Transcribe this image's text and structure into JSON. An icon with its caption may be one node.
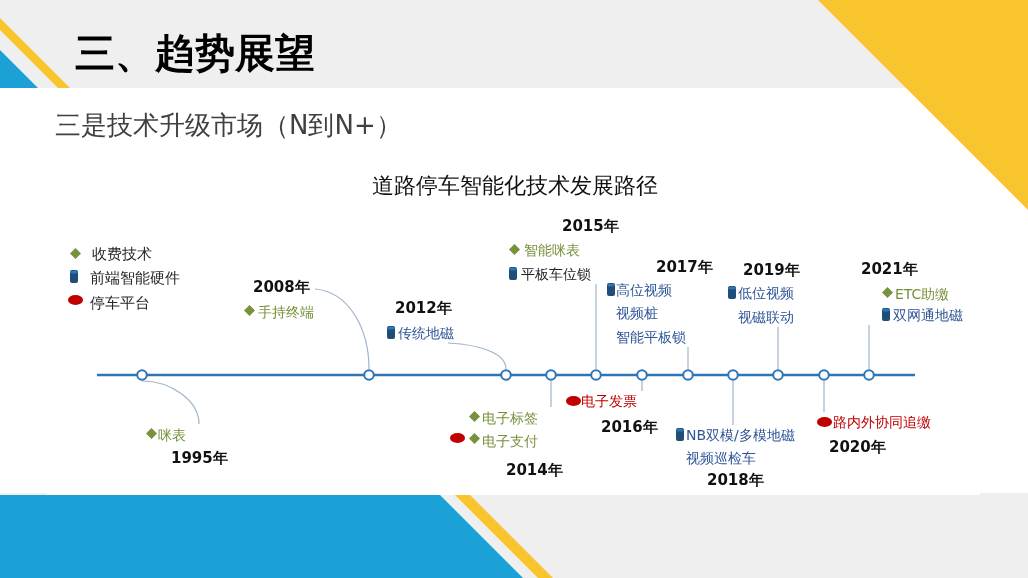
{
  "diagram": {
    "title": "三、趋势展望",
    "nodes": [
      {
        "text": [
          "咪表",
          "1995年"
        ]
      },
      {
        "text": [
          "2008年",
          "手持终端"
        ]
      },
      {
        "text": [
          "2012年",
          "传统地磁"
        ]
      },
      {
        "text": [
          "电子标签",
          "电子支付",
          "2014年"
        ]
      },
      {
        "text": [
          "2015年",
          "智能咪表",
          "平板车位锁"
        ]
      },
      {
        "text": [
          "电子发票",
          "2016年"
        ]
      },
      {
        "text": [
          "2017年",
          "高位视频",
          "视频桩",
          "智能平板锁"
        ]
      },
      {
        "text": [
          "NB双模/多模地磁",
          "视频巡检车",
          "2018年"
        ]
      },
      {
        "text": [
          "2019年",
          "低位视频",
          "视磁联动"
        ]
      },
      {
        "text": [
          "路内外协同追缴",
          "2020年"
        ]
      },
      {
        "text": [
          "2021年",
          "ETC助缴",
          "双网通地磁"
        ]
      },
      {
        "text": [],
        "shape": "circle"
      },
      {
        "text": [],
        "shape": "circle"
      },
      {
        "text": [],
        "shape": "circle"
      },
      {
        "text": [],
        "shape": "circle"
      },
      {
        "text": [],
        "shape": "circle"
      },
      {
        "text": [],
        "shape": "circle"
      },
      {
        "text": [],
        "shape": "circle"
      },
      {
        "text": [],
        "shape": "circle"
      },
      {
        "text": [],
        "shape": "circle"
      },
      {
        "text": [],
        "shape": "circle"
      },
      {
        "text": [],
        "shape": "circle"
      }
    ],
    "edges": [
      {
        "from": 0,
        "to": 11,
        "arrow": "none"
      },
      {
        "from": 1,
        "to": 12,
        "arrow": "none"
      },
      {
        "from": 2,
        "to": 13,
        "arrow": "none"
      },
      {
        "from": 3,
        "to": 14,
        "arrow": "none"
      },
      {
        "from": 4,
        "to": 15,
        "arrow": "none"
      },
      {
        "from": 5,
        "to": 16,
        "arrow": "none"
      },
      {
        "from": 6,
        "to": 17,
        "arrow": "none"
      },
      {
        "from": 7,
        "to": 18,
        "arrow": "none"
      },
      {
        "from": 8,
        "to": 19,
        "arrow": "none"
      },
      {
        "from": 9,
        "to": 20,
        "arrow": "none"
      },
      {
        "from": 10,
        "to": 21,
        "arrow": "none"
      }
    ],
    "labels": [
      "三是技术升级市场（N到N+）",
      "道路停车智能化技术发展路径"
    ],
    "legend": [
      {
        "text": "收费技术"
      },
      {
        "text": "前端智能硬件"
      },
      {
        "text": "停车平台"
      }
    ]
  }
}
